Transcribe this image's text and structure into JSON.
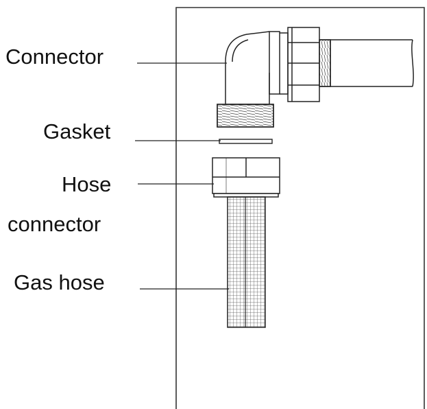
{
  "labels": {
    "connector": "Connector",
    "gasket": "Gasket",
    "hose_connector_line1": "Hose",
    "hose_connector_line2": "connector",
    "gas_hose": "Gas hose"
  },
  "colors": {
    "line": "#222222",
    "hatch": "#555555",
    "background": "#ffffff"
  }
}
